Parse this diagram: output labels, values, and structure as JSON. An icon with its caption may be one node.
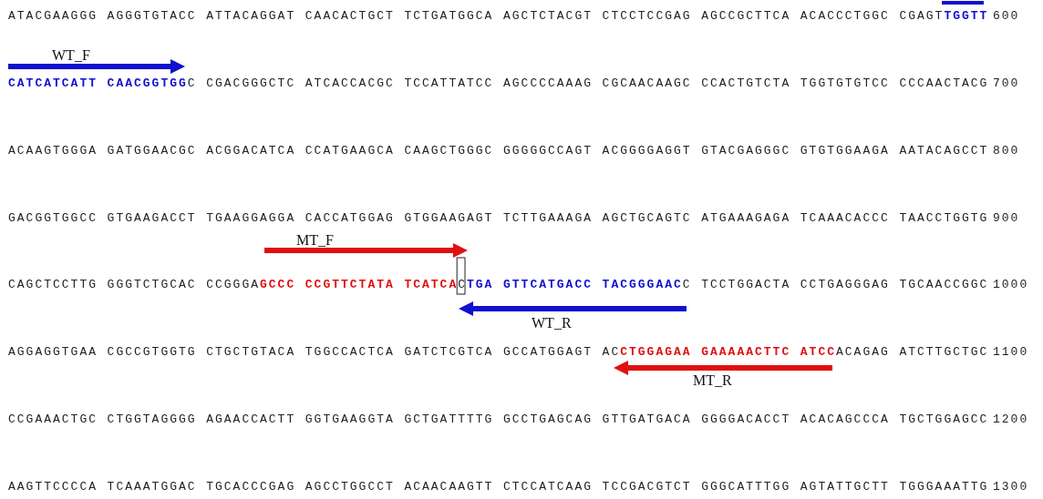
{
  "diagram": {
    "labels": [
      "ATACGAAGGG",
      "AGGGTGTACC",
      "ATTACAGGAT",
      "CAACACTGCT",
      "TCTGATGGCA",
      "AGCTCTACGT",
      "CTCCTCCGAG",
      "AGCCGCTTCA",
      "ACACCCTGGC",
      "CGAGT**TGGTT**",
      "600",
      "WT_F",
      "**CATCATCATT**",
      "**CAACGGTGG**C",
      "CGACGGGCTC",
      "ATCACCACGC",
      "TCCATTATCC",
      "AGCCCCAAAG",
      "CGCAACAAGC",
      "CCACTGTCTA",
      "TGGTGTGTCC",
      "CCCAACTACG",
      "700",
      "ACAAGTGGGA",
      "GATGGAACGC",
      "ACGGACATCA",
      "CCATGAAGCA",
      "CAAGCTGGGC",
      "GGGGGCCAGT",
      "ACGGGGAGGT",
      "GTACGAGGGC",
      "GTGTGGAAGA",
      "AATACAGCCT",
      "800",
      "GACGGTGGCC",
      "GTGAAGACCT",
      "TGAAGGAGGA",
      "CACCATGGAG",
      "GTGGAAGAGT",
      "TCTTGAAAGA",
      "AGCTGCAGTC",
      "ATGAAAGAGA",
      "TCAAACACCC",
      "TAACCTGGTG",
      "900",
      "MT_F",
      "CAGCTCCTTG",
      "GGGTCTGCAC",
      "CCGGGA**GCCC**",
      "**CCGTTCTATA**",
      "**TCATCA**C**TGA**",
      "**GTTCATGACC**",
      "**TACGGGAAC**C",
      "TCCTGGACTA",
      "CCTGAGGGAG",
      "TGCAACCGGC",
      "1000",
      "WT_R",
      "AGGAGGTGAA",
      "CGCCGTGGTG",
      "CTGCTGTACA",
      "TGGCCACTCA",
      "GATCTCGTCA",
      "GCCATGGAGT",
      "AC**CTGGAGAA**",
      "**GAAAAACTTC**",
      "**ATCC**ACAGAG",
      "ATCTTGCTGC",
      "1100",
      "MT_R",
      "CCGAAACTGC",
      "CTGGTAGGGG",
      "AGAACCACTT",
      "GGTGAAGGTA",
      "GCTGATTTTG",
      "GCCTGAGCAG",
      "GTTGATGACA",
      "GGGGACACCT",
      "ACACAGCCCA",
      "TGCTGGAGCC",
      "1200",
      "AAGTTCCCCA",
      "TCAAATGGAC",
      "TGCACCCGAG",
      "AGCCTGGCCT",
      "ACAACAAGTT",
      "CTCCATCAAG",
      "TCCGACGTCT",
      "GGGCATTTGG",
      "AGTATTGCTT",
      "TGGGAAATTG",
      "1300"
    ]
  }
}
